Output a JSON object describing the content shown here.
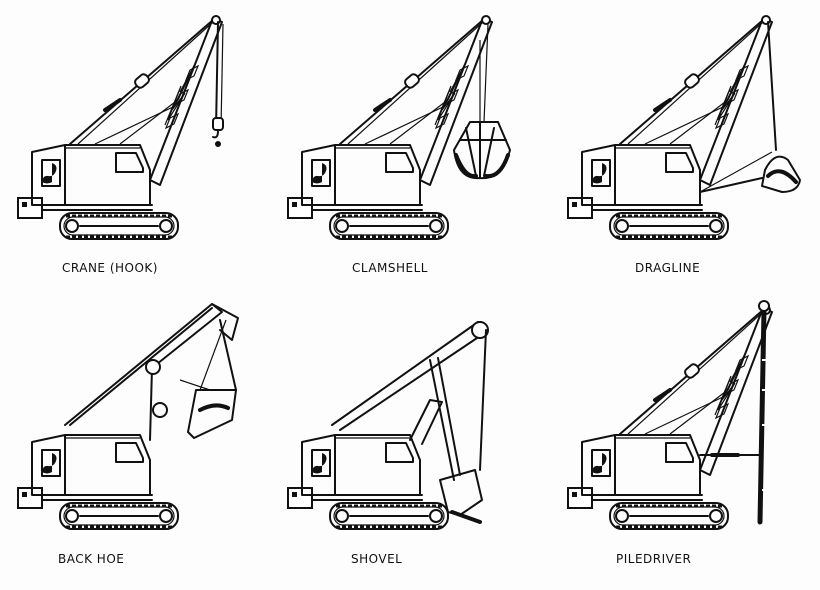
{
  "figure": {
    "background": "#fdfdfd",
    "ink_color": "#111111",
    "panels": [
      {
        "id": "crane-hook",
        "label": "CRANE (HOOK)",
        "attachment": "hook"
      },
      {
        "id": "clamshell",
        "label": "CLAMSHELL",
        "attachment": "clamshell bucket"
      },
      {
        "id": "dragline",
        "label": "DRAGLINE",
        "attachment": "dragline bucket"
      },
      {
        "id": "back-hoe",
        "label": "BACK HOE",
        "attachment": "backhoe bucket"
      },
      {
        "id": "shovel",
        "label": "SHOVEL",
        "attachment": "shovel dipper"
      },
      {
        "id": "piledriver",
        "label": "PILEDRIVER",
        "attachment": "pile leads"
      }
    ]
  }
}
